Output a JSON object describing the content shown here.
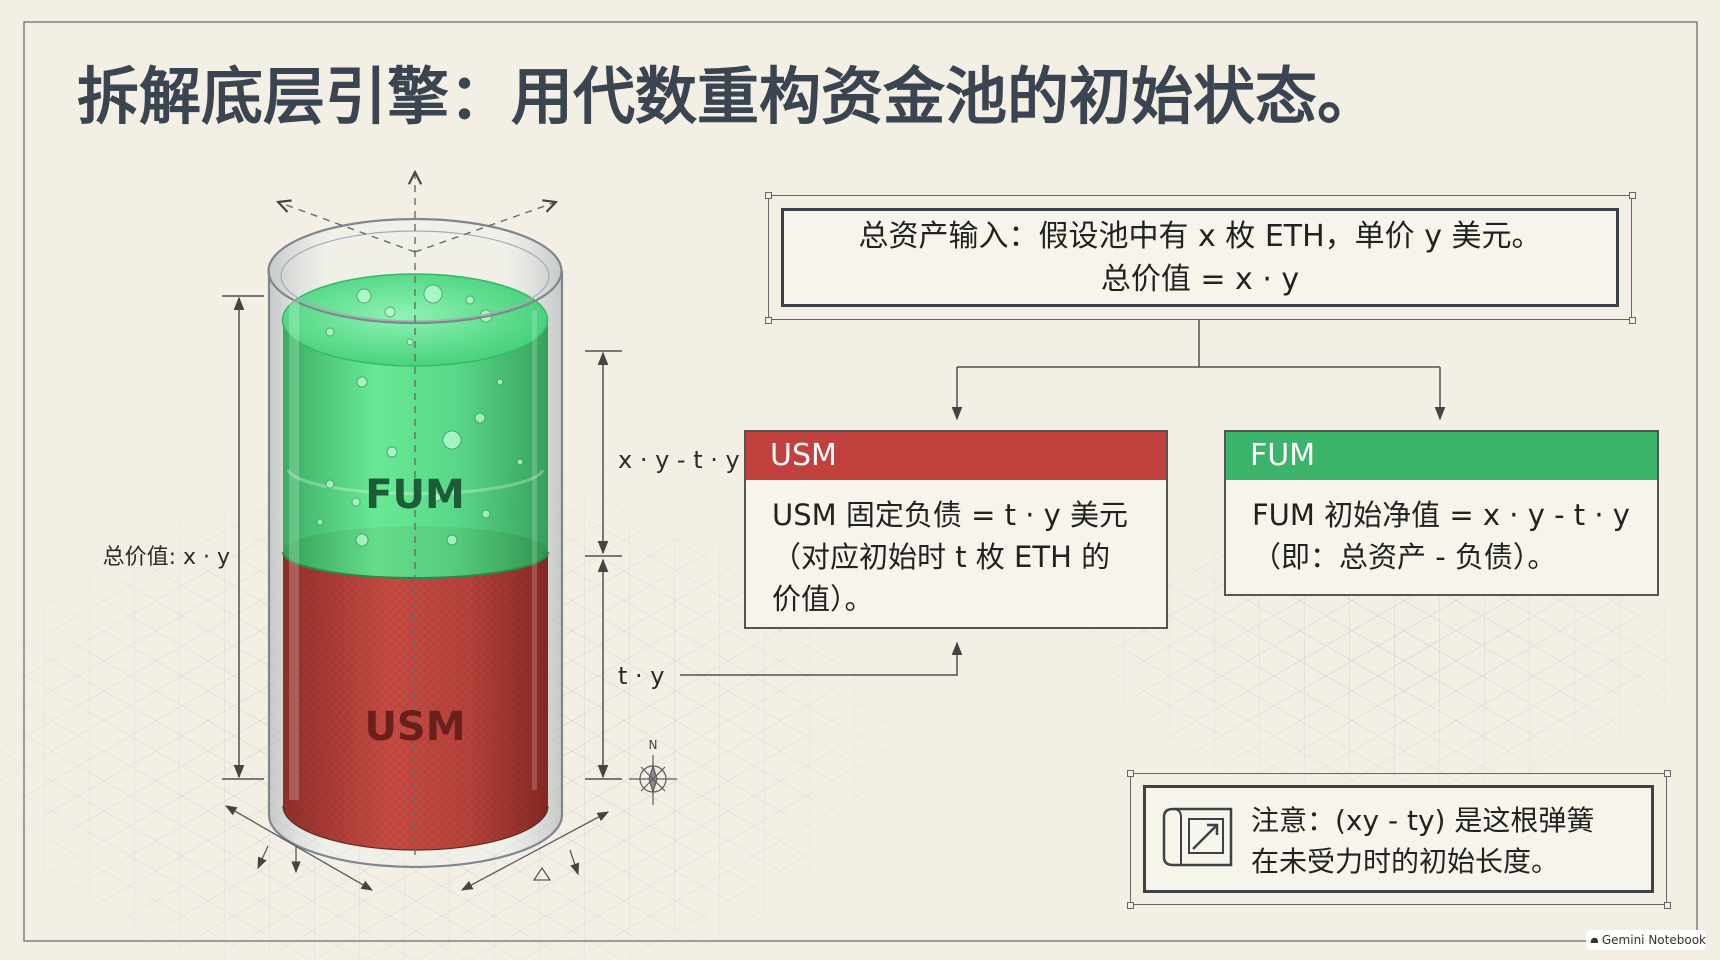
{
  "title": "拆解底层引擎：用代数重构资金池的初始状态。",
  "cylinder": {
    "top_label": "FUM",
    "bottom_label": "USM"
  },
  "dimensions": {
    "total": "总价值: x · y",
    "upper": "x · y - t · y",
    "lower": "t · y"
  },
  "input_box": {
    "lines": [
      "总资产输入：假设池中有 x 枚 ETH，单价 y 美元。",
      "总价值 = x · y"
    ]
  },
  "usm_box": {
    "header": "USM",
    "lines": [
      "USM 固定负债 = t · y 美元",
      "（对应初始时 t 枚 ETH 的",
      "价值）。"
    ]
  },
  "fum_box": {
    "header": "FUM",
    "lines": [
      "FUM 初始净值 = x · y - t · y",
      "（即：总资产 - 负债）。"
    ]
  },
  "note": {
    "icon": "blueprint-icon",
    "lines": [
      "注意：(xy - ty) 是这根弹簧",
      "在未受力时的初始长度。"
    ]
  },
  "compass": {
    "label": "N"
  },
  "watermark": "Gemini Notebook",
  "colors": {
    "background": "#f3efe4",
    "usm_red": "#c0413d",
    "fum_green": "#3bb36b",
    "liquid_green": "#4fd683",
    "liquid_red": "#b5423b",
    "ink": "#3d4248"
  }
}
